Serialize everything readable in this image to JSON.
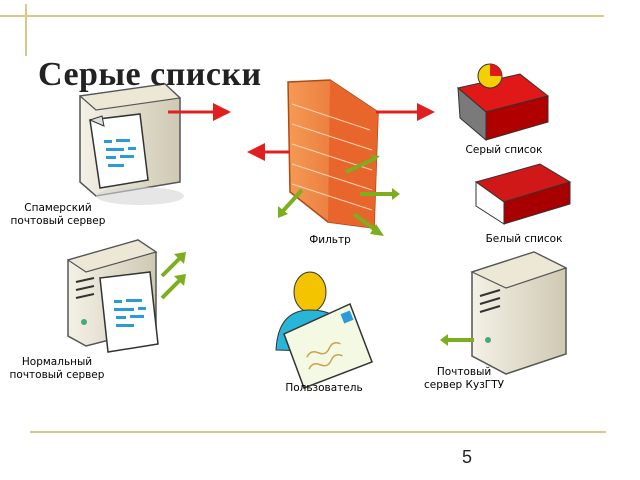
{
  "slide": {
    "title": "Серые списки",
    "page_number": "5",
    "accent_color": "#d8c98a"
  },
  "nodes": {
    "spam_server": "Спамерский\nпочтовый сервер",
    "normal_server": "Нормальный\nпочтовый сервер",
    "filter": "Фильтр",
    "user": "Пользователь",
    "grey_list": "Серый список",
    "white_list": "Белый список",
    "mail_server": "Почтовый\nсервер КузГТУ"
  },
  "colors": {
    "firewall": "#f07b3a",
    "red_arrow": "#e02020",
    "green_arrow": "#7cae1e",
    "book_red": "#c00000"
  }
}
